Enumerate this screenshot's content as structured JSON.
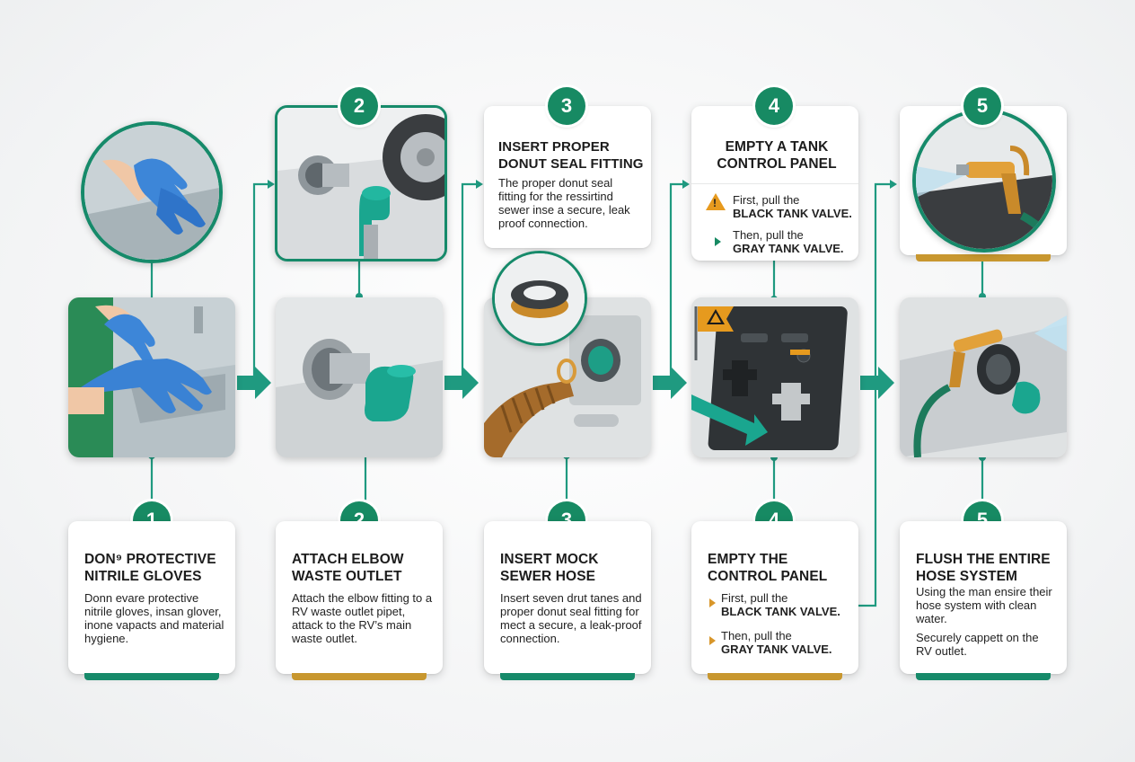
{
  "colors": {
    "accent_green": "#178a63",
    "accent_gold": "#c8972f",
    "warning": "#e79a1e",
    "line": "#1f9a80"
  },
  "steps": [
    {
      "number": "1",
      "title": "DON⁹ PROTECTIVE NITRILE GLOVES",
      "body": "Donn evare protective nitrile gloves, insan glover, inone vapacts and material hygiene."
    },
    {
      "number": "2",
      "title": "ATTACH ELBOW WASTE OUTLET",
      "body": "Attach the elbow fitting to a RV waste outlet pipet, attack to the RV’s main waste outlet."
    },
    {
      "number": "3",
      "title": "INSERT MOCK SEWER HOSE",
      "body": "Insert seven drut tanes and proper donut seal fitting for mect a secure, a leak-proof connection."
    },
    {
      "number": "4",
      "title": "EMPTY THE CONTROL PANEL",
      "line1_pre": "First, pull the",
      "line1_bold": "BLACK TANK VALVE.",
      "line2_pre": "Then, pull the",
      "line2_bold": "GRAY TANK VALVE."
    },
    {
      "number": "5",
      "title": "FLUSH THE ENTIRE HOSE SYSTEM",
      "body1": "Using the man ensire their hose system with clean water.",
      "body2": "Securely cappett on the RV outlet."
    }
  ],
  "top_cards": [
    {
      "number": "2"
    },
    {
      "number": "3",
      "title": "INSERT PROPER DONUT SEAL FITTING",
      "body": "The proper donut seal fitting for the ressirtind sewer inse a secure, leak proof connection."
    },
    {
      "number": "4",
      "title": "EMPTY A TANK CONTROL PANEL",
      "line1_pre": "First, pull the",
      "line1_bold": "BLACK TANK VALVE.",
      "line2_pre": "Then, pull the",
      "line2_bold": "GRAY TANK VALVE."
    },
    {
      "number": "5"
    }
  ],
  "icons": [
    "gloves-icon",
    "warning-icon",
    "flag-icon",
    "arrow-icon"
  ]
}
